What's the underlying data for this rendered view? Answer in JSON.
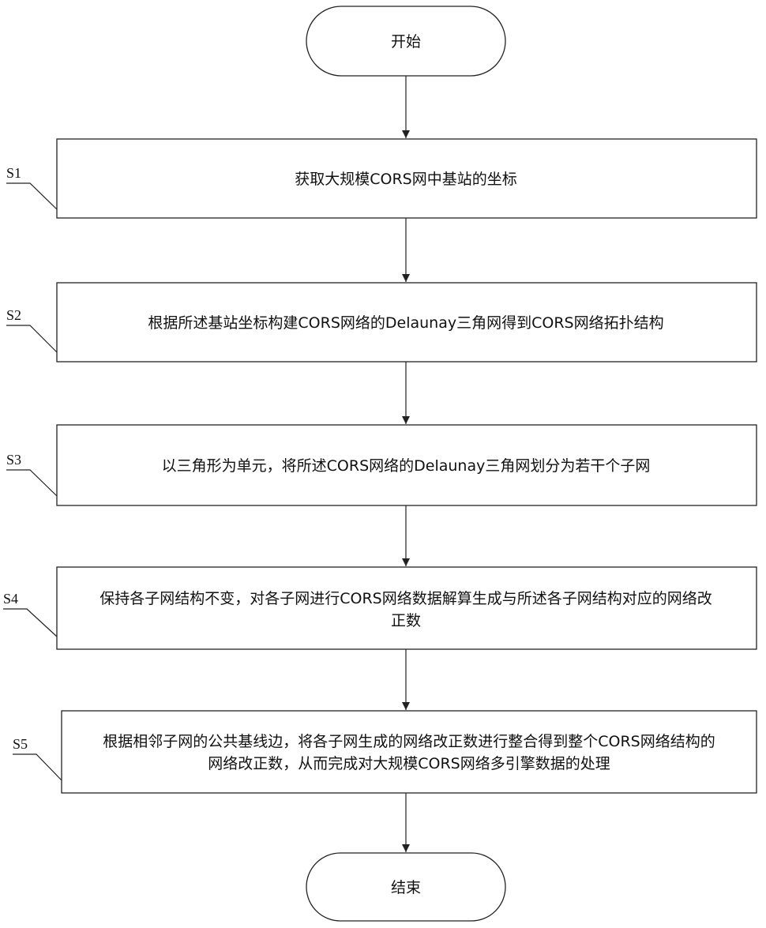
{
  "flowchart": {
    "start": {
      "label": "开始"
    },
    "end": {
      "label": "结束"
    },
    "steps": [
      {
        "id": "S1",
        "lines": [
          "获取大规模CORS网中基站的坐标"
        ]
      },
      {
        "id": "S2",
        "lines": [
          "根据所述基站坐标构建CORS网络的Delaunay三角网得到CORS网络拓扑结构"
        ]
      },
      {
        "id": "S3",
        "lines": [
          "以三角形为单元，将所述CORS网络的Delaunay三角网划分为若干个子网"
        ]
      },
      {
        "id": "S4",
        "lines": [
          "保持各子网结构不变，对各子网进行CORS网络数据解算生成与所述各子网结构对应的网络改",
          "正数"
        ]
      },
      {
        "id": "S5",
        "lines": [
          "根据相邻子网的公共基线边，将各子网生成的网络改正数进行整合得到整个CORS网络结构的",
          "网络改正数，从而完成对大规模CORS网络多引擎数据的处理"
        ]
      }
    ]
  }
}
